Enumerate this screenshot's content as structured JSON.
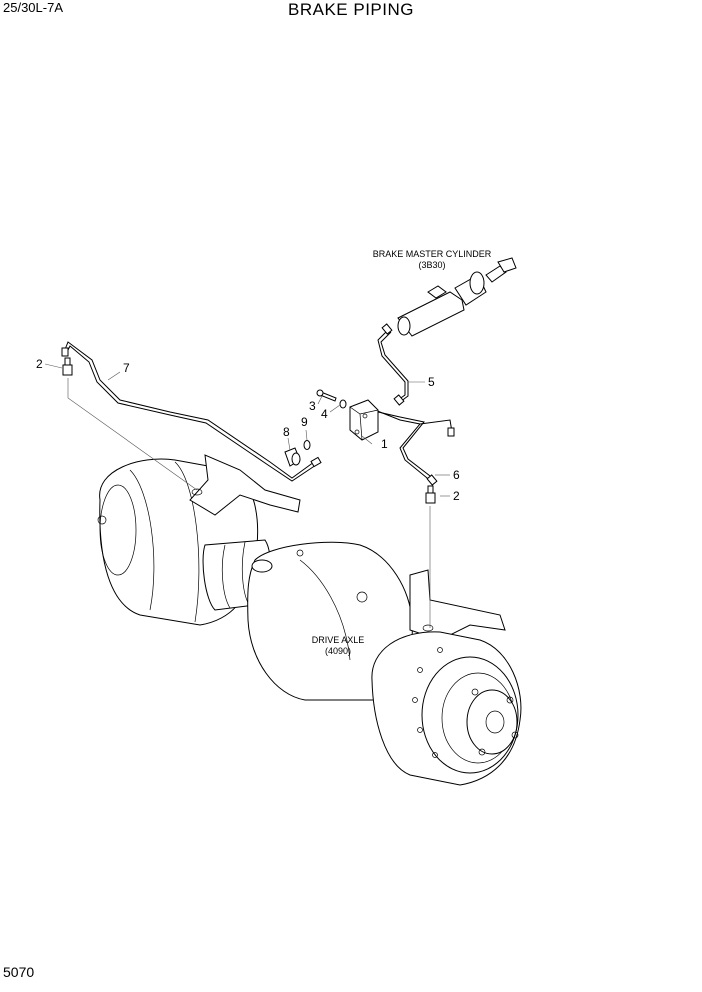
{
  "header": {
    "model": "25/30L-7A",
    "title": "BRAKE PIPING"
  },
  "footer": {
    "page_number": "5070"
  },
  "assemblies": {
    "master_cylinder": {
      "name": "BRAKE MASTER CYLINDER",
      "ref": "(3B30)"
    },
    "drive_axle": {
      "name": "DRIVE AXLE",
      "ref": "(4090)"
    }
  },
  "callouts": {
    "c1": "1",
    "c2a": "2",
    "c2b": "2",
    "c3": "3",
    "c4": "4",
    "c5": "5",
    "c6": "6",
    "c7": "7",
    "c8": "8",
    "c9": "9"
  }
}
